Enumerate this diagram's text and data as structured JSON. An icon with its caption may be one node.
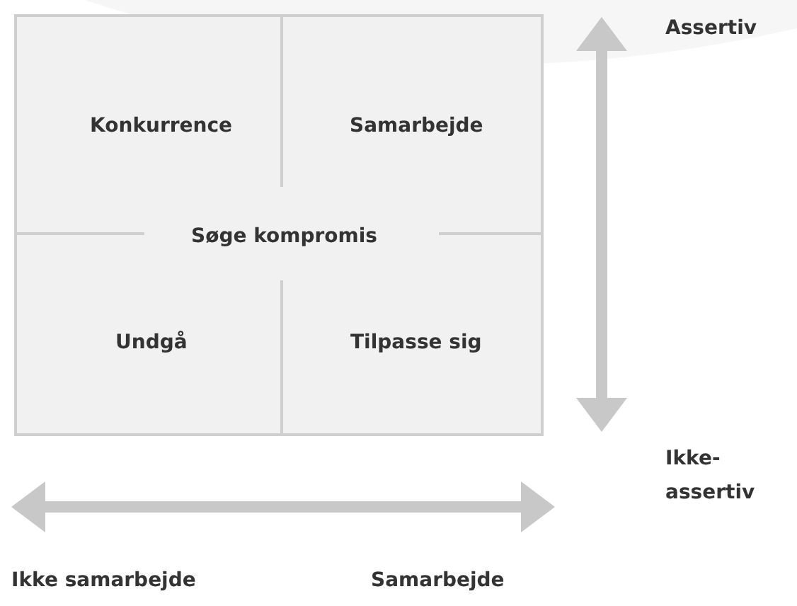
{
  "diagram": {
    "nodes": [
      {
        "text": [],
        "shape": "box"
      },
      {
        "text": [
          "Konkurrence"
        ],
        "in": 0
      },
      {
        "text": [
          "Samarbejde"
        ],
        "in": 0
      },
      {
        "text": [
          "Søge kompromis"
        ],
        "in": 0
      },
      {
        "text": [
          "Undgå"
        ],
        "in": 0
      },
      {
        "text": [
          "Tilpasse sig"
        ],
        "in": 0
      }
    ],
    "edges": [],
    "labels": [
      "Assertiv",
      "Ikke-assertiv",
      "Ikke samarbejde",
      "Samarbejde"
    ]
  }
}
